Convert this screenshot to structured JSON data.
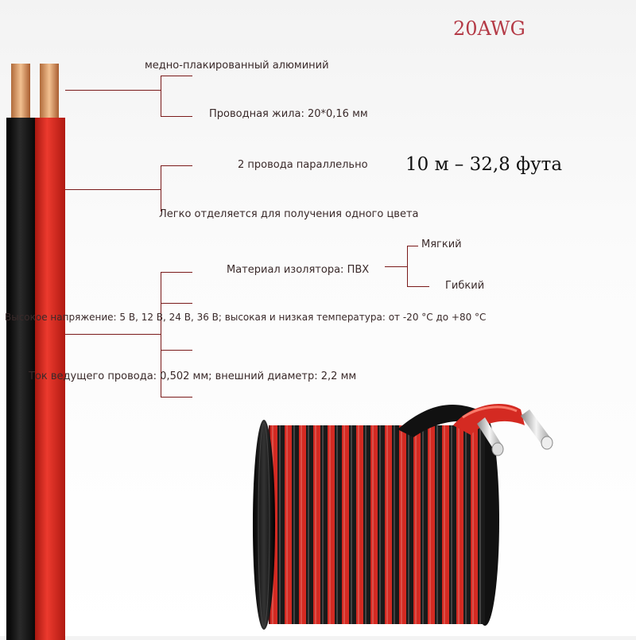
{
  "product": {
    "gauge": "20AWG",
    "length": "10 м – 32,8 фута"
  },
  "annotations": {
    "conductor_material": "медно-плакированный алюминий",
    "core": "Проводная жила: 20*0,16 мм",
    "parallel": "2 провода параллельно",
    "separable": "Легко отделяется для получения одного цвета",
    "insulation": "Материал изолятора: ПВХ",
    "soft": "Мягкий",
    "flexible": "Гибкий",
    "voltage_temp": "Высокое напряжение: 5 В, 12 В, 24 В, 36 В; высокая и низкая температура: от -20 °C до +80 °C",
    "diameter": "Ток ведущего провода: 0,502 мм; внешний диаметр: 2,2 мм"
  },
  "colors": {
    "red_wire": "#d42a22",
    "black_wire": "#1a1a1a",
    "copper": "#e0a070",
    "leader_line": "#7a1a1a",
    "title": "#b43a46"
  }
}
